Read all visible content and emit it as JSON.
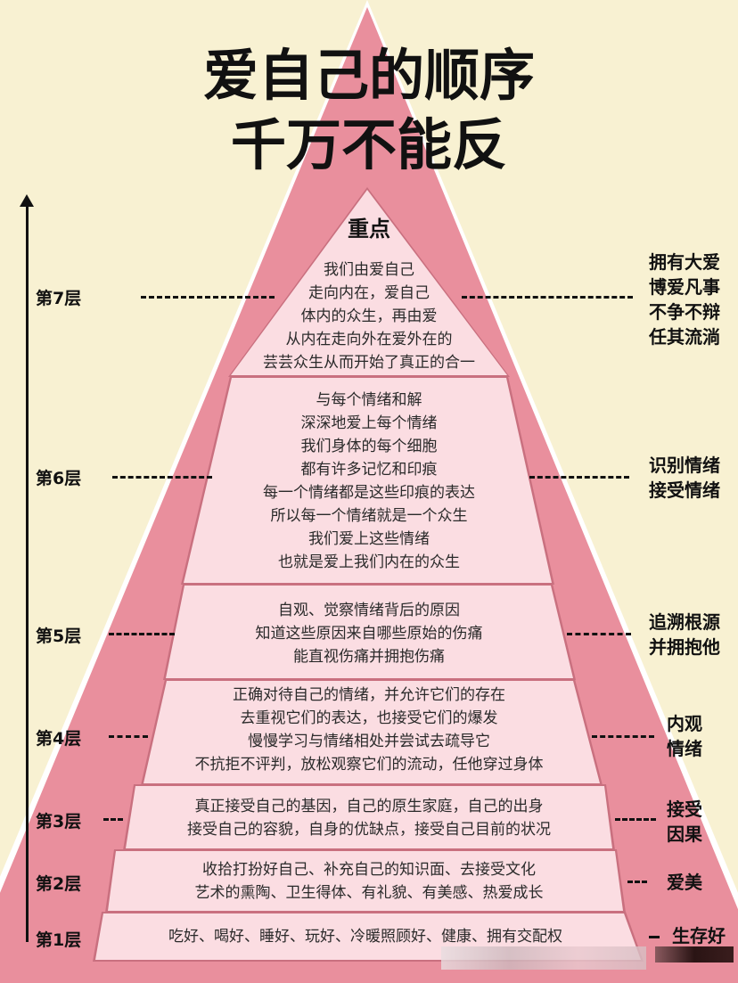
{
  "title": {
    "line1": "爱自己的顺序",
    "line2": "千万不能反"
  },
  "tiers": [
    {
      "level": "第7层",
      "heading": "重点",
      "lines": [
        "我们由爱自己",
        "走向内在，爱自己",
        "体内的众生，再由爱",
        "从内在走向外在爱外在的",
        "芸芸众生从而开始了真正的合一"
      ],
      "right": [
        "拥有大爱",
        "博爱凡事",
        "不争不辩",
        "任其流淌"
      ]
    },
    {
      "level": "第6层",
      "lines": [
        "与每个情绪和解",
        "深深地爱上每个情绪",
        "我们身体的每个细胞",
        "都有许多记忆和印痕",
        "每一个情绪都是这些印痕的表达",
        "所以每一个情绪就是一个众生",
        "我们爱上这些情绪",
        "也就是爱上我们内在的众生"
      ],
      "right": [
        "识别情绪",
        "接受情绪"
      ]
    },
    {
      "level": "第5层",
      "lines": [
        "自观、觉察情绪背后的原因",
        "知道这些原因来自哪些原始的伤痛",
        "能直视伤痛并拥抱伤痛"
      ],
      "right": [
        "追溯根源",
        "并拥抱他"
      ]
    },
    {
      "level": "第4层",
      "lines": [
        "正确对待自己的情绪，并允许它们的存在",
        "去重视它们的表达，也接受它们的爆发",
        "慢慢学习与情绪相处并尝试去疏导它",
        "不抗拒不评判，放松观察它们的流动，任他穿过身体"
      ],
      "right": [
        "内观",
        "情绪"
      ]
    },
    {
      "level": "第3层",
      "lines": [
        "真正接受自己的基因，自己的原生家庭，自己的出身",
        "接受自己的容貌，自身的优缺点，接受自己目前的状况"
      ],
      "right": [
        "接受",
        "因果"
      ]
    },
    {
      "level": "第2层",
      "lines": [
        "收拾打扮好自己、补充自己的知识面、去接受文化",
        "艺术的熏陶、卫生得体、有礼貌、有美感、热爱成长"
      ],
      "right": [
        "爱美"
      ]
    },
    {
      "level": "第1层",
      "lines": [
        "吃好、喝好、睡好、玩好、冷暖照顾好、健康、拥有交配权"
      ],
      "right": [
        "生存好"
      ]
    }
  ]
}
